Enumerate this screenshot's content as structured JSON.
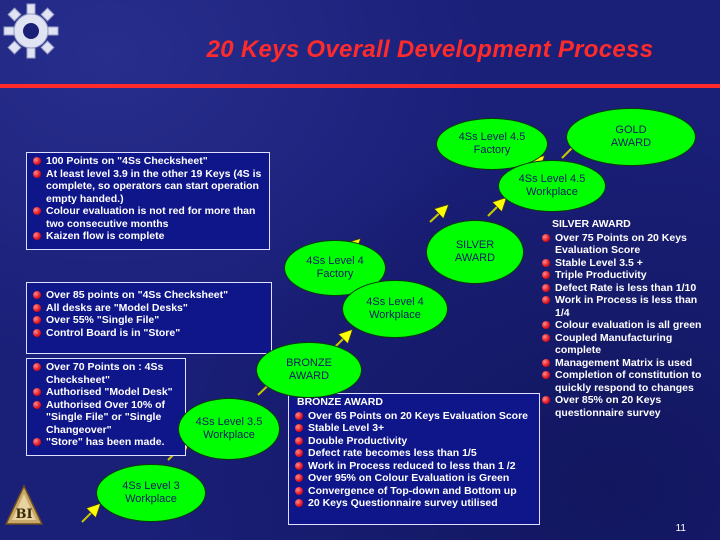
{
  "title": "20 Keys Overall Development Process",
  "colors": {
    "background": "#1a1f78",
    "title": "#ff2b2b",
    "oval_fill": "#00ff00",
    "bullet": "#e0121e",
    "arrow": "#ffff00"
  },
  "icons": {
    "corner": "gear-icon",
    "logo": "bi-logo-icon",
    "bullet": "red-ball-bullet"
  },
  "stages": {
    "level3_workplace": "4Ss Level 3 Workplace",
    "level35_workplace": "4Ss Level 3.5 Workplace",
    "bronze_award": "BRONZE AWARD",
    "level4_workplace": "4Ss Level 4 Workplace",
    "level4_factory": "4Ss Level 4 Factory",
    "silver_award": "SILVER AWARD",
    "level45_workplace": "4Ss Level 4.5 Workplace",
    "level45_factory": "4Ss Level 4.5 Factory",
    "gold_award": "GOLD AWARD"
  },
  "level3_criteria": [
    "Over 70 Points on : 4Ss Checksheet\"",
    "Authorised \"Model Desk\"",
    "Authorised Over 10% of \"Single File\" or \"Single Changeover\"",
    "\"Store\" has been made."
  ],
  "level4_criteria": [
    "Over 85 points on \"4Ss Checksheet\"",
    "All desks are \"Model Desks\"",
    "Over 55% \"Single File\"",
    "Control Board is in \"Store\""
  ],
  "level45_criteria": [
    "100 Points on \"4Ss Checksheet\"",
    "At least level 3.9 in the other 19 Keys (4S is complete, so operators can start operation empty handed.)",
    "Colour evaluation is not red for more than two consecutive months",
    "Kaizen flow is complete"
  ],
  "bronze_criteria": {
    "heading": "BRONZE AWARD",
    "items": [
      "Over 65 Points on 20 Keys Evaluation Score",
      "Stable Level 3+",
      "Double Productivity",
      "Defect rate becomes less than 1/5",
      "Work in Process reduced to less than 1 /2",
      "Over 95% on Colour Evaluation is Green",
      "Convergence of Top-down and Bottom up",
      "20 Keys Questionnaire survey utilised"
    ]
  },
  "silver_criteria": {
    "heading": "SILVER AWARD",
    "items": [
      "Over 75 Points on 20 Keys Evaluation Score",
      "Stable Level 3.5 +",
      "Triple Productivity",
      "Defect Rate is less than 1/10",
      "Work in Process is less than 1/4",
      "Colour evaluation is all green",
      "Coupled Manufacturing complete",
      "Management Matrix is used",
      "Completion of constitution to quickly respond to changes",
      "Over 85% on 20 Keys questionnaire survey"
    ]
  },
  "page_number": "11"
}
